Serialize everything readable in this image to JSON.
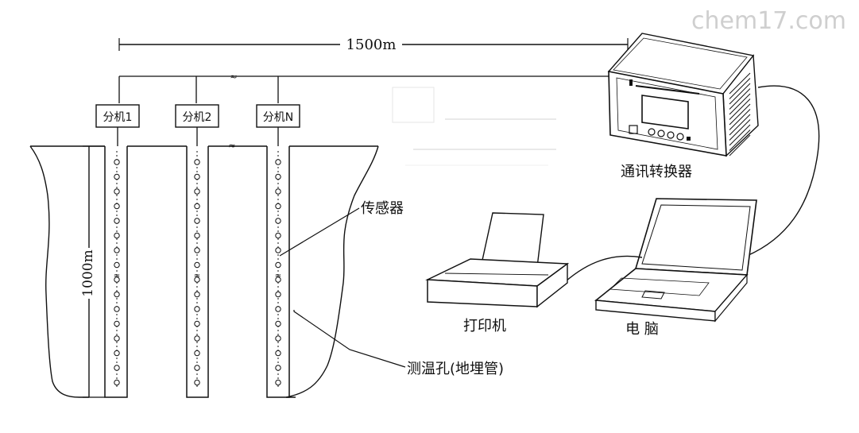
{
  "watermark": "chem17.com",
  "dimensions": {
    "horizontal": "1500m",
    "vertical": "1000m"
  },
  "sub_units": [
    {
      "label": "分机1"
    },
    {
      "label": "分机2"
    },
    {
      "label": "分机N"
    }
  ],
  "labels": {
    "converter": "通讯转换器",
    "sensor": "传感器",
    "borehole": "测温孔(地埋管)",
    "printer": "打印机",
    "computer": "电 脑"
  },
  "colors": {
    "line": "#111111",
    "device_fill": "#ffffff",
    "watermark": "#cfcfcf"
  }
}
